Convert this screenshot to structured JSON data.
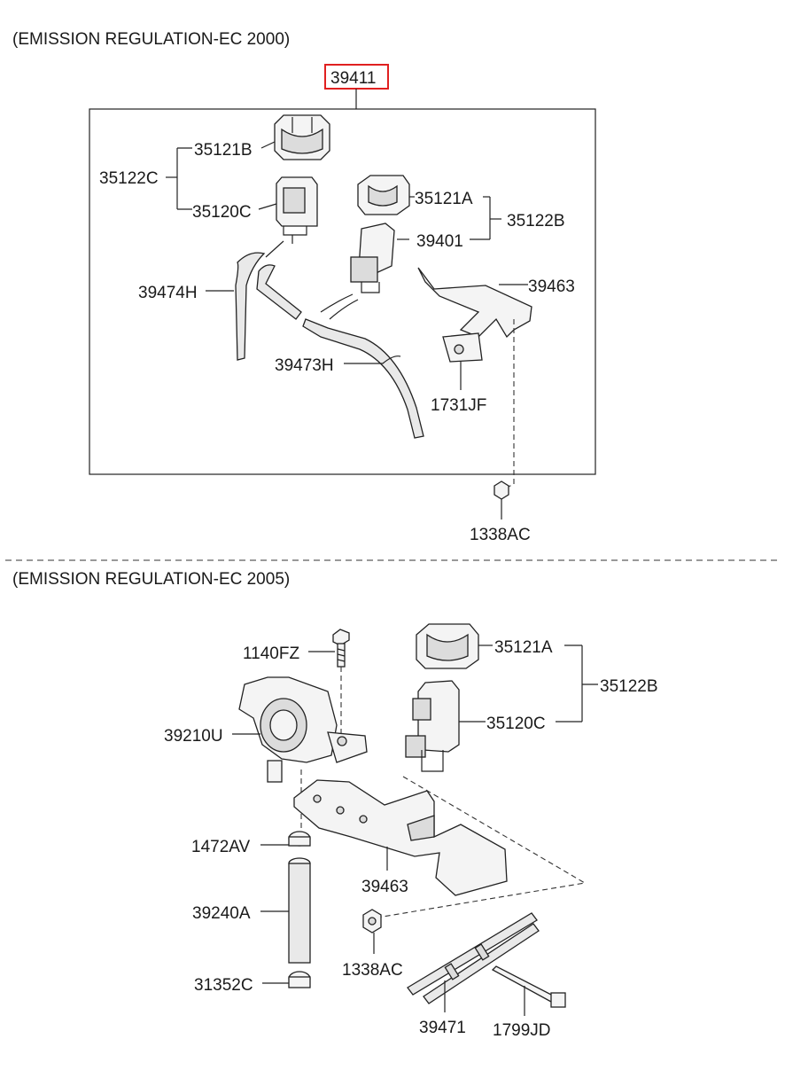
{
  "section_2000": {
    "heading": "(EMISSION REGULATION-EC 2000)",
    "assembly_ref": "39411",
    "labels": {
      "p35121B": "35121B",
      "p35122C": "35122C",
      "p35120C": "35120C",
      "p35121A": "35121A",
      "p35122B": "35122B",
      "p39401": "39401",
      "p39463": "39463",
      "p39474H": "39474H",
      "p39473H": "39473H",
      "p1731JF": "1731JF",
      "p1338AC": "1338AC"
    }
  },
  "section_2005": {
    "heading": "(EMISSION REGULATION-EC 2005)",
    "labels": {
      "p1140FZ": "1140FZ",
      "p35121A": "35121A",
      "p35122B": "35122B",
      "p39210U": "39210U",
      "p35120C": "35120C",
      "p1472AV": "1472AV",
      "p39463": "39463",
      "p39240A": "39240A",
      "p1338AC": "1338AC",
      "p31352C": "31352C",
      "p39471": "39471",
      "p1799JD": "1799JD"
    }
  },
  "colors": {
    "highlight_box": "#e02020",
    "ink": "#222222"
  }
}
